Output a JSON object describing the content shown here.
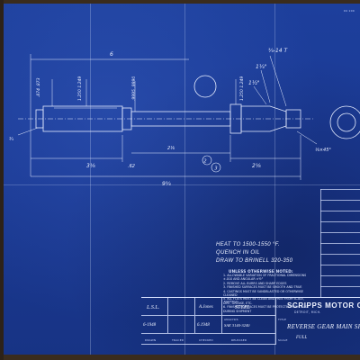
{
  "corner_mark": "04  100",
  "dimensions": {
    "overall_length": "6",
    "total_length": "9¾",
    "thread": "¾-14 T",
    "shoulder_a": "1¼\"",
    "shoulder_b": "1½\"",
    "len_left": "3⅛",
    "len_mid": "2⅛",
    "len_right": "2⅛",
    "small_dim": ".62",
    "left_end": "¾",
    "dia_1": ".874 .873",
    "dia_2": "1.250 1.249",
    "dia_3": ".9995 .9990",
    "dia_4": "1.250 1.249",
    "chamfer": "⅛×45°"
  },
  "notes": {
    "heat": "HEAT TO 1500-1550 °F.",
    "quench": "QUENCH IN OIL",
    "draw": "DRAW TO BRINELL 320-350",
    "unless_heading": "UNLESS OTHERWISE NOTED:",
    "items": [
      "1. ALLOWABLE VARIATION OF FRACTIONAL DIMENSIONS",
      "   ±.010 AND ANGULAR ±½°",
      "2. REMOVE ALL BURRS AND SHARP EDGES",
      "3. FINISHED SURFACES MUST BE SMOOTH AND TRUE",
      "4. CASTINGS MUST BE SANDBLASTED OR OTHERWISE",
      "   CLEANED",
      "5. ALL FLATS MUST BE CLEAN AND FREE FROM SCALE,",
      "   DIRT, GREASE, ETC.",
      "6. FINISHED SURFACES MUST BE PROTECTED FROM RUST",
      "   DURING SHIPMENT"
    ]
  },
  "title_block": {
    "material_label": "MATERIAL",
    "material_value": "STEEL",
    "analysis_label": "ANALYSIS",
    "analysis_value": "SAE 3140-3240",
    "title_label": "TITLE",
    "company": "SCRIPPS MOTOR CO.",
    "city": "DETROIT, MICH.",
    "title_value": "REVERSE GEAR MAIN SHAFT",
    "drawn_label": "DRAWN",
    "traced_label": "TRACED",
    "checked_label": "CHECKED",
    "released_label": "RELEASED",
    "drawn_value": "L.S.L.",
    "date_value": "6-1948",
    "checked_value": "A.Jones",
    "released_value": "6.1948",
    "scale_label": "SCALE",
    "scale_value": "FULL"
  }
}
